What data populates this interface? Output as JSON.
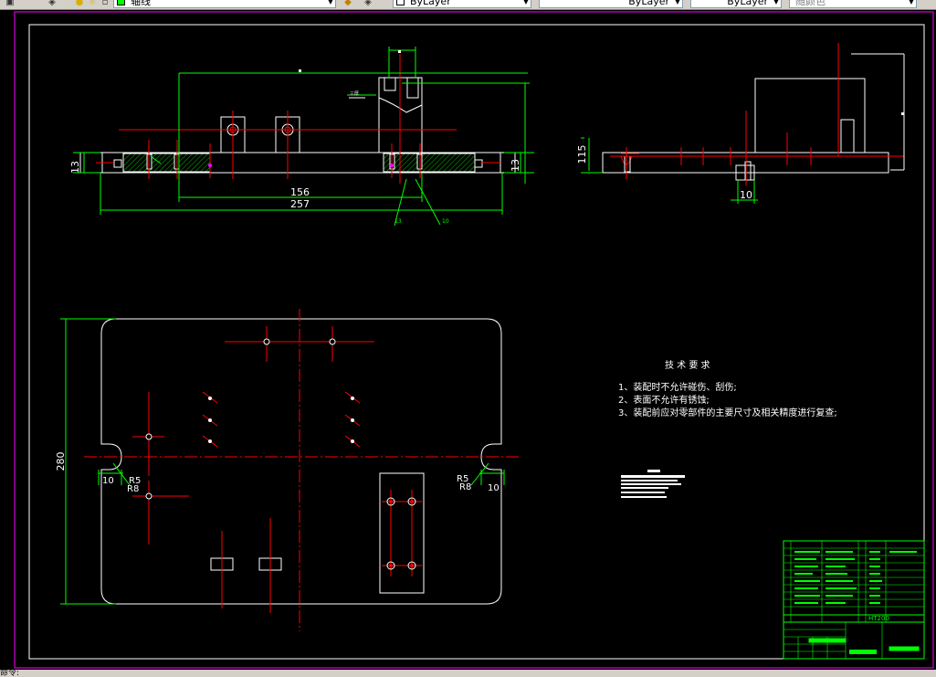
{
  "toolbar": {
    "layer_name": "轴线",
    "color": "ByLayer",
    "linetype": "ByLayer",
    "lineweight": "ByLayer",
    "plot_style": "随颜色",
    "layer_swatch_color": "#00ff00"
  },
  "drawing": {
    "front_view": {
      "dim_156": "156",
      "dim_257": "257",
      "dim_13_left": "13",
      "dim_13_right": "13",
      "leader_13": "13",
      "leader_10": "10",
      "tiny_label": "三厚"
    },
    "side_view": {
      "dim_115": "115",
      "dim_10": "10"
    },
    "plan_view": {
      "dim_280": "280",
      "r5_left": "R5",
      "r8_left": "R8",
      "dim_10_left": "10",
      "r5_right": "R5",
      "r8_right": "R8",
      "dim_10_right": "10"
    },
    "tech_requirements": {
      "title": "技 术 要 求",
      "items": [
        "1、装配时不允许碰伤、刮伤;",
        "2、表面不允许有锈蚀;",
        "3、装配前应对零部件的主要尺寸及相关精度进行复查;"
      ]
    },
    "title_block": {
      "material": "HT200"
    }
  },
  "command_line": {
    "prompt": "命令:"
  },
  "colors": {
    "outline": "#ffffff",
    "dimension": "#00ff00",
    "centerline": "#ff0000",
    "border": "#ff00ff",
    "hatch": "#00ff00"
  }
}
